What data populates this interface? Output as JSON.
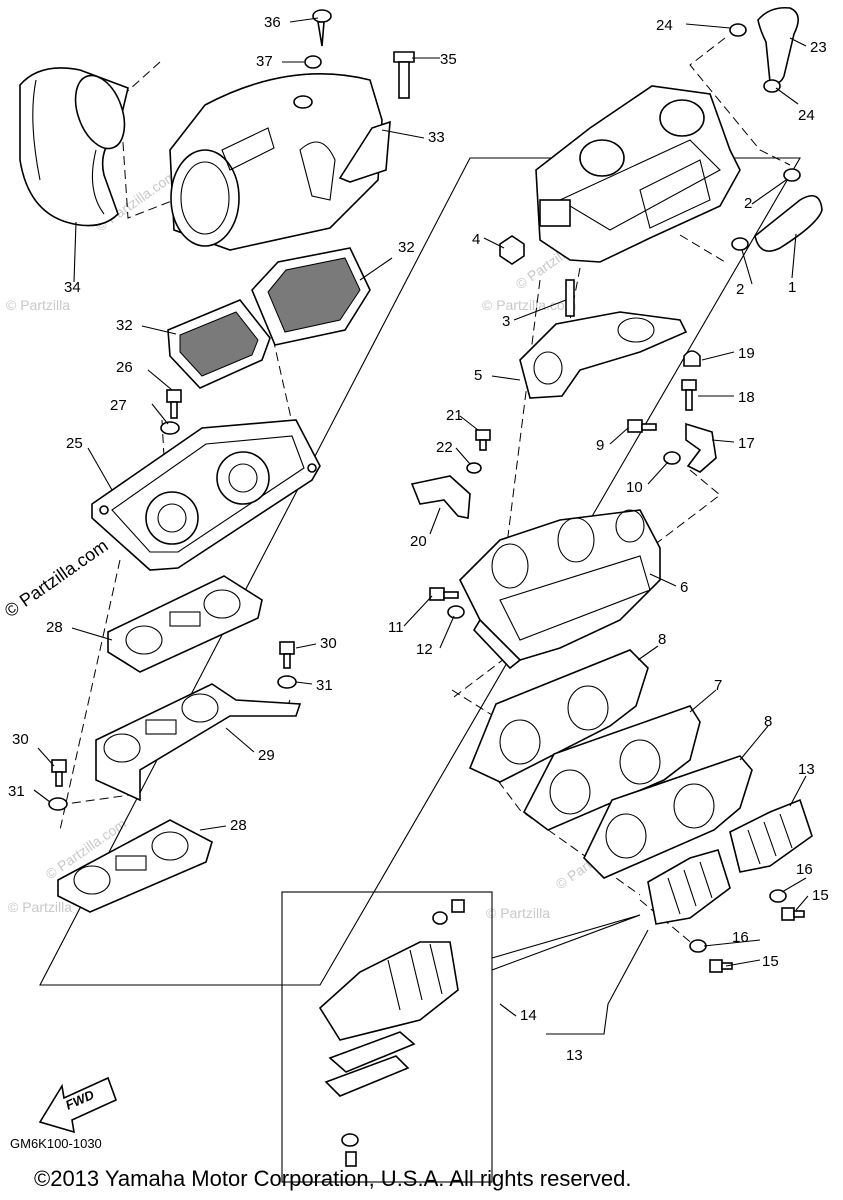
{
  "diagram": {
    "drawing_code": "GM6K100-1030",
    "copyright": "©2013 Yamaha Motor Corporation, U.S.A. All rights reserved.",
    "watermark": "© Partzilla.com",
    "watermark_short": "© Partzilla",
    "fwd_label": "FWD",
    "callouts": {
      "c1": "1",
      "c2a": "2",
      "c2b": "2",
      "c3": "3",
      "c4": "4",
      "c5": "5",
      "c6": "6",
      "c7": "7",
      "c8a": "8",
      "c8b": "8",
      "c9": "9",
      "c10": "10",
      "c11": "11",
      "c12": "12",
      "c13a": "13",
      "c13b": "13",
      "c14": "14",
      "c15a": "15",
      "c15b": "15",
      "c16a": "16",
      "c16b": "16",
      "c17": "17",
      "c18": "18",
      "c19": "19",
      "c20": "20",
      "c21": "21",
      "c22": "22",
      "c23": "23",
      "c24a": "24",
      "c24b": "24",
      "c25": "25",
      "c26": "26",
      "c27": "27",
      "c28a": "28",
      "c28b": "28",
      "c29": "29",
      "c30a": "30",
      "c30b": "30",
      "c31a": "31",
      "c31b": "31",
      "c32a": "32",
      "c32b": "32",
      "c33": "33",
      "c34": "34",
      "c35": "35",
      "c36": "36",
      "c37": "37"
    }
  }
}
